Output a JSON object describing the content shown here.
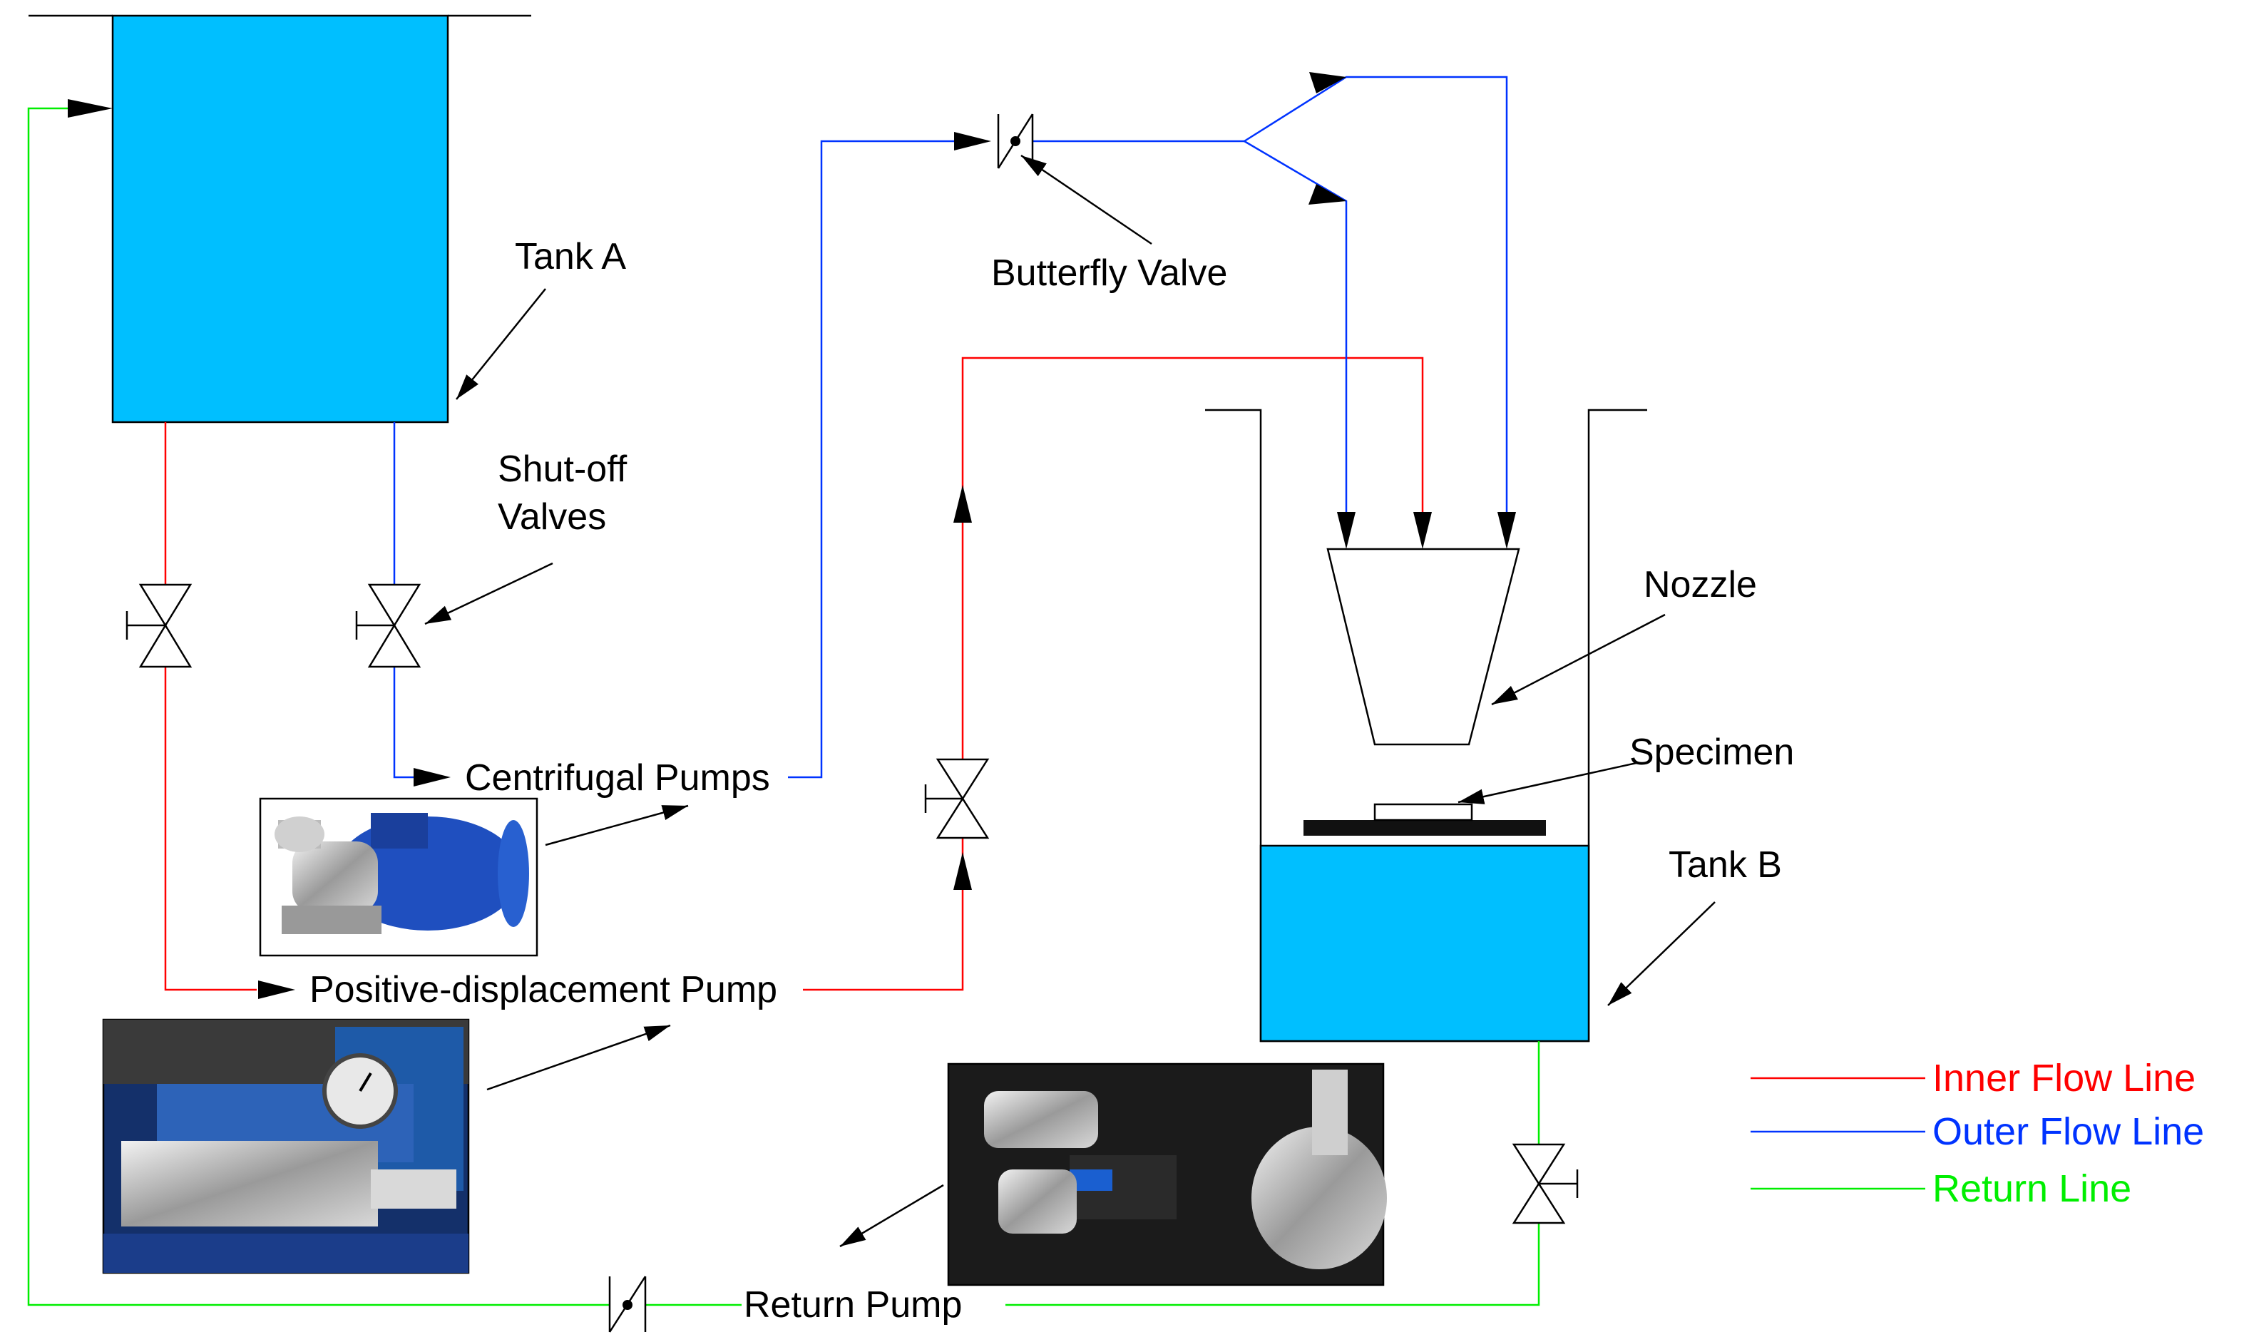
{
  "labels": {
    "tank_a": "Tank A",
    "shutoff_line1": "Shut-off",
    "shutoff_line2": "Valves",
    "butterfly_valve": "Butterfly Valve",
    "centrifugal_pumps": "Centrifugal Pumps",
    "positive_displacement_pump": "Positive-displacement Pump",
    "nozzle": "Nozzle",
    "specimen": "Specimen",
    "tank_b": "Tank B",
    "return_pump": "Return Pump"
  },
  "legend": {
    "inner": "Inner Flow Line",
    "outer": "Outer Flow Line",
    "return": "Return Line"
  },
  "colors": {
    "inner": "#ff0000",
    "outer": "#0033ff",
    "return": "#00ee00",
    "water": "#00bfff"
  }
}
